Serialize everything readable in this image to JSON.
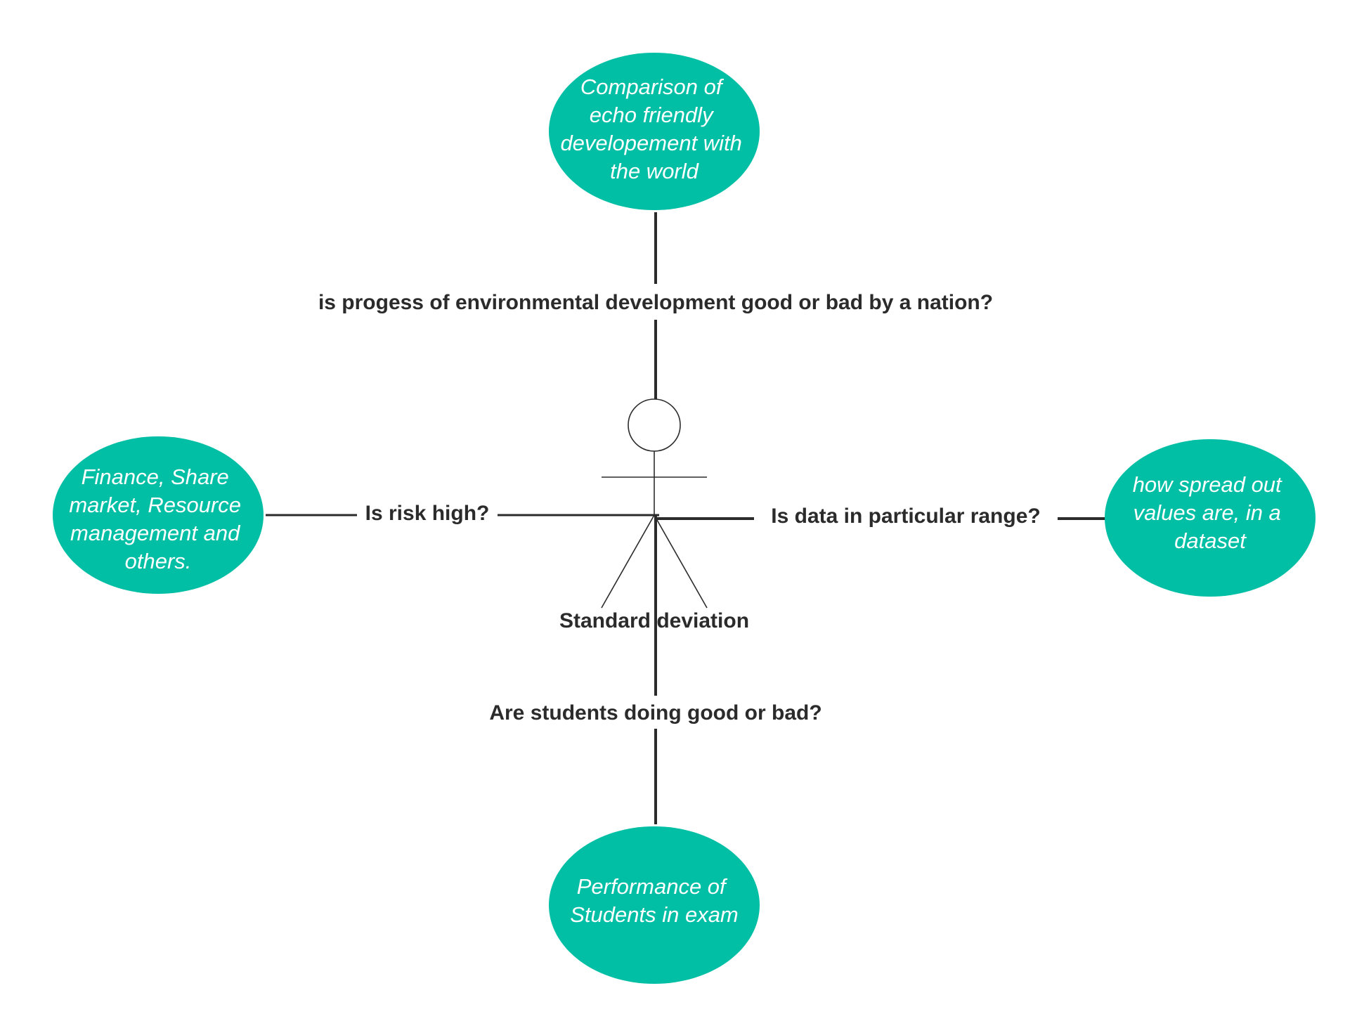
{
  "colors": {
    "ellipse_fill": "#00bfa5",
    "line": "#2b2b2b",
    "text": "#2b2b2b",
    "ellipse_text": "#ffffff",
    "background": "#ffffff"
  },
  "actor": {
    "label": "Standard deviation"
  },
  "use_cases": {
    "top": {
      "lines": [
        "Comparison of",
        "echo friendly",
        "developement with",
        "the world"
      ]
    },
    "left": {
      "lines": [
        "Finance, Share",
        "market, Resource",
        "management and",
        "others."
      ]
    },
    "right": {
      "lines": [
        "how spread out",
        "values are, in a",
        "dataset"
      ]
    },
    "bottom": {
      "lines": [
        "Performance of",
        "Students in exam"
      ]
    }
  },
  "connections": {
    "top": "is progess of environmental development good or bad by a nation?",
    "left": "Is risk high?",
    "right": "Is data in particular range?",
    "bottom": "Are students doing good or bad?"
  }
}
